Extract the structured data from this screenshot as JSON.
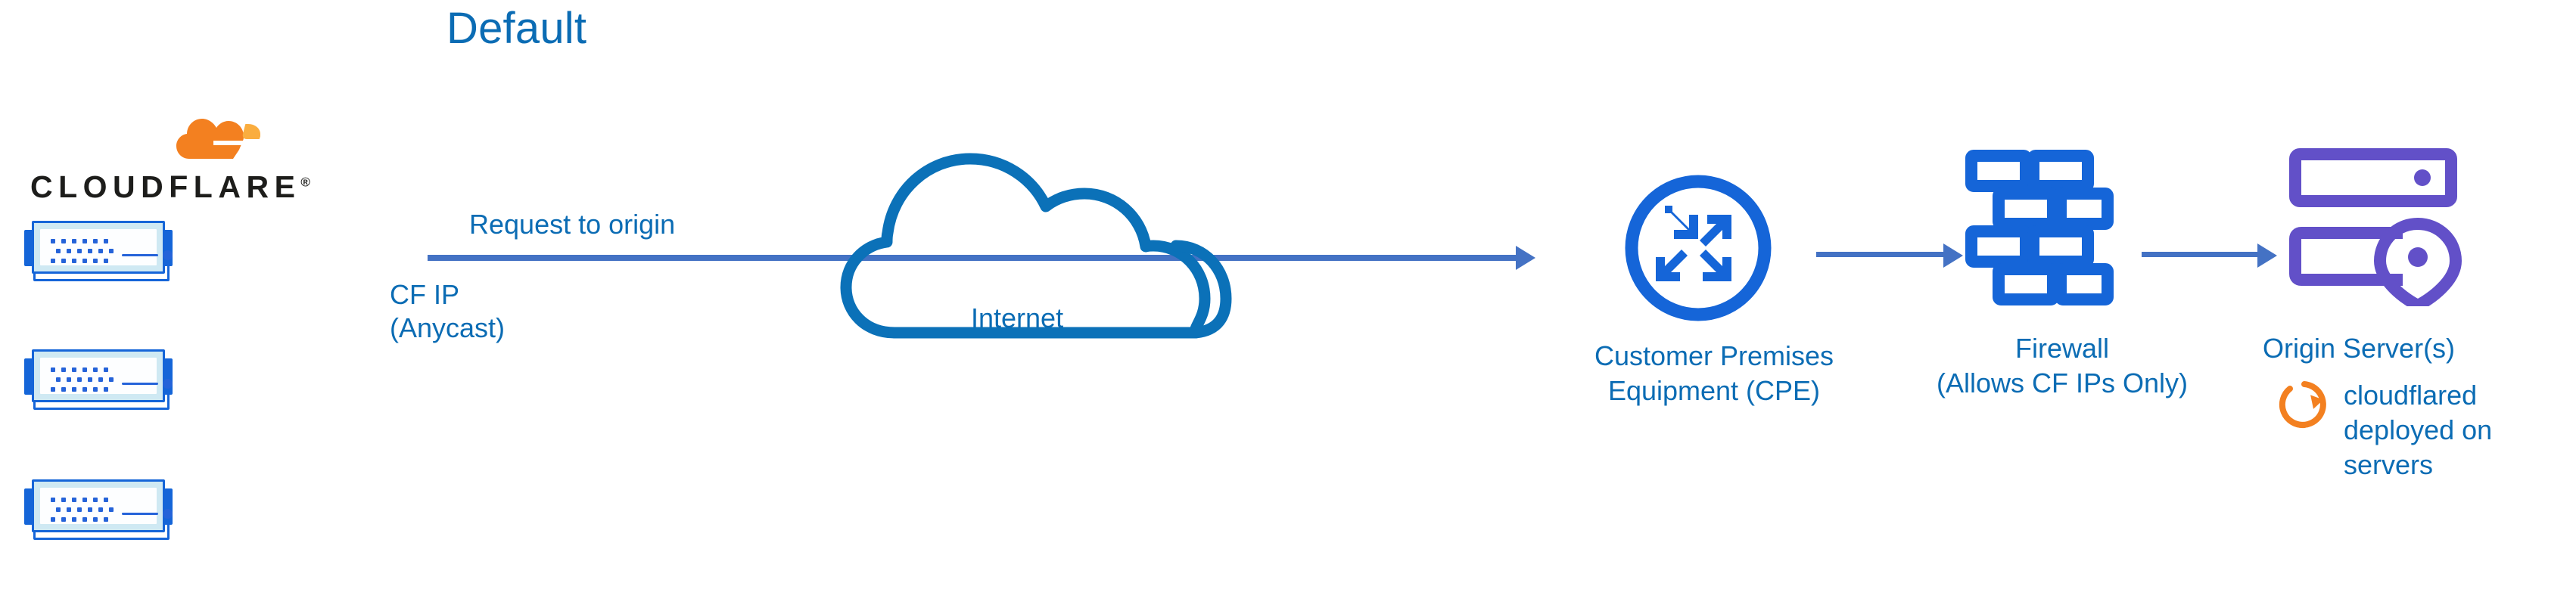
{
  "diagram": {
    "title": "Default",
    "colors": {
      "title_blue": "#0b6cb4",
      "label_blue": "#0b6cb4",
      "arrow_blue": "#4472c4",
      "icon_blue": "#1565d8",
      "origin_purple": "#6250c8",
      "cloudflare_orange": "#f38020",
      "cloudflare_orange_light": "#faad3f",
      "wordmark_black": "#1d1d1b"
    }
  },
  "cloudflare": {
    "wordmark": "CLOUDFLARE",
    "registered_mark": "®",
    "logo_icon": "cloudflare-cloud-logo",
    "rack_count": 3,
    "rack_icon": "server-rack-icon"
  },
  "flow": {
    "request_label": "Request to origin",
    "cf_ip_line1": "CF IP",
    "cf_ip_line2": "(Anycast)",
    "arrows": [
      {
        "name": "cloudflare-to-cpe",
        "direction": "right"
      },
      {
        "name": "cpe-to-firewall",
        "direction": "right"
      },
      {
        "name": "firewall-to-origin",
        "direction": "right"
      }
    ]
  },
  "internet": {
    "label": "Internet",
    "icon": "cloud-outline-icon"
  },
  "cpe": {
    "label_line1": "Customer Premises",
    "label_line2": "Equipment (CPE)",
    "icon": "router-four-arrows-icon"
  },
  "firewall": {
    "label_line1": "Firewall",
    "label_line2": "(Allows CF IPs Only)",
    "icon": "brick-wall-icon"
  },
  "origin": {
    "label": "Origin Server(s)",
    "icon": "server-with-location-pin-icon",
    "note_icon": "circular-arrow-sync-icon",
    "note_line1": "cloudflared",
    "note_line2": "deployed on",
    "note_line3": "servers"
  }
}
